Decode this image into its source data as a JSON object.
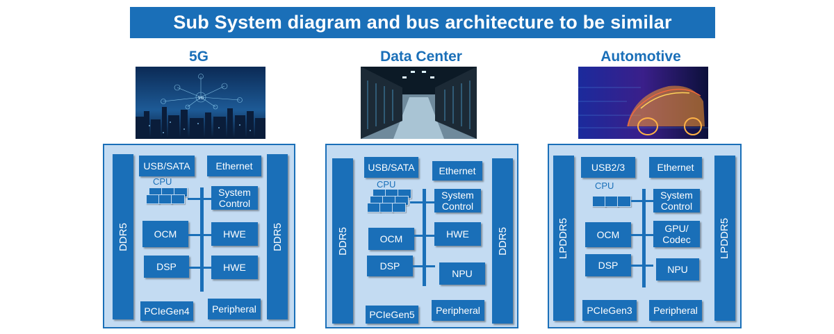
{
  "banner": "Sub System diagram and bus architecture to be similar",
  "segments": [
    {
      "title": "5G",
      "left_bar": "DDR5",
      "right_bar": "DDR5",
      "io": "USB/SATA",
      "net": "Ethernet",
      "cpu": "CPU",
      "sysctrl": "System\nControl",
      "ocm": "OCM",
      "r3": "HWE",
      "dsp": "DSP",
      "r4": "HWE",
      "pcie": "PCIeGen4",
      "periph": "Peripheral"
    },
    {
      "title": "Data Center",
      "left_bar": "DDR5",
      "right_bar": "DDR5",
      "io": "USB/SATA",
      "net": "Ethernet",
      "cpu": "CPU",
      "sysctrl": "System\nControl",
      "ocm": "OCM",
      "r3": "HWE",
      "dsp": "DSP",
      "r4": "NPU",
      "pcie": "PCIeGen5",
      "periph": "Peripheral"
    },
    {
      "title": "Automotive",
      "left_bar": "LPDDR5",
      "right_bar": "LPDDR5",
      "io": "USB2/3",
      "net": "Ethernet",
      "cpu": "CPU",
      "sysctrl": "System\nControl",
      "ocm": "OCM",
      "r3": "GPU/\nCodec",
      "dsp": "DSP",
      "r4": "NPU",
      "pcie": "PCIeGen3",
      "periph": "Peripheral"
    }
  ],
  "colors": {
    "accent": "#1a6fb8",
    "panel": "#c3dbf2",
    "text_on_accent": "#ffffff"
  },
  "icons": [
    "city-network-image",
    "server-room-image",
    "car-wireframe-image"
  ]
}
